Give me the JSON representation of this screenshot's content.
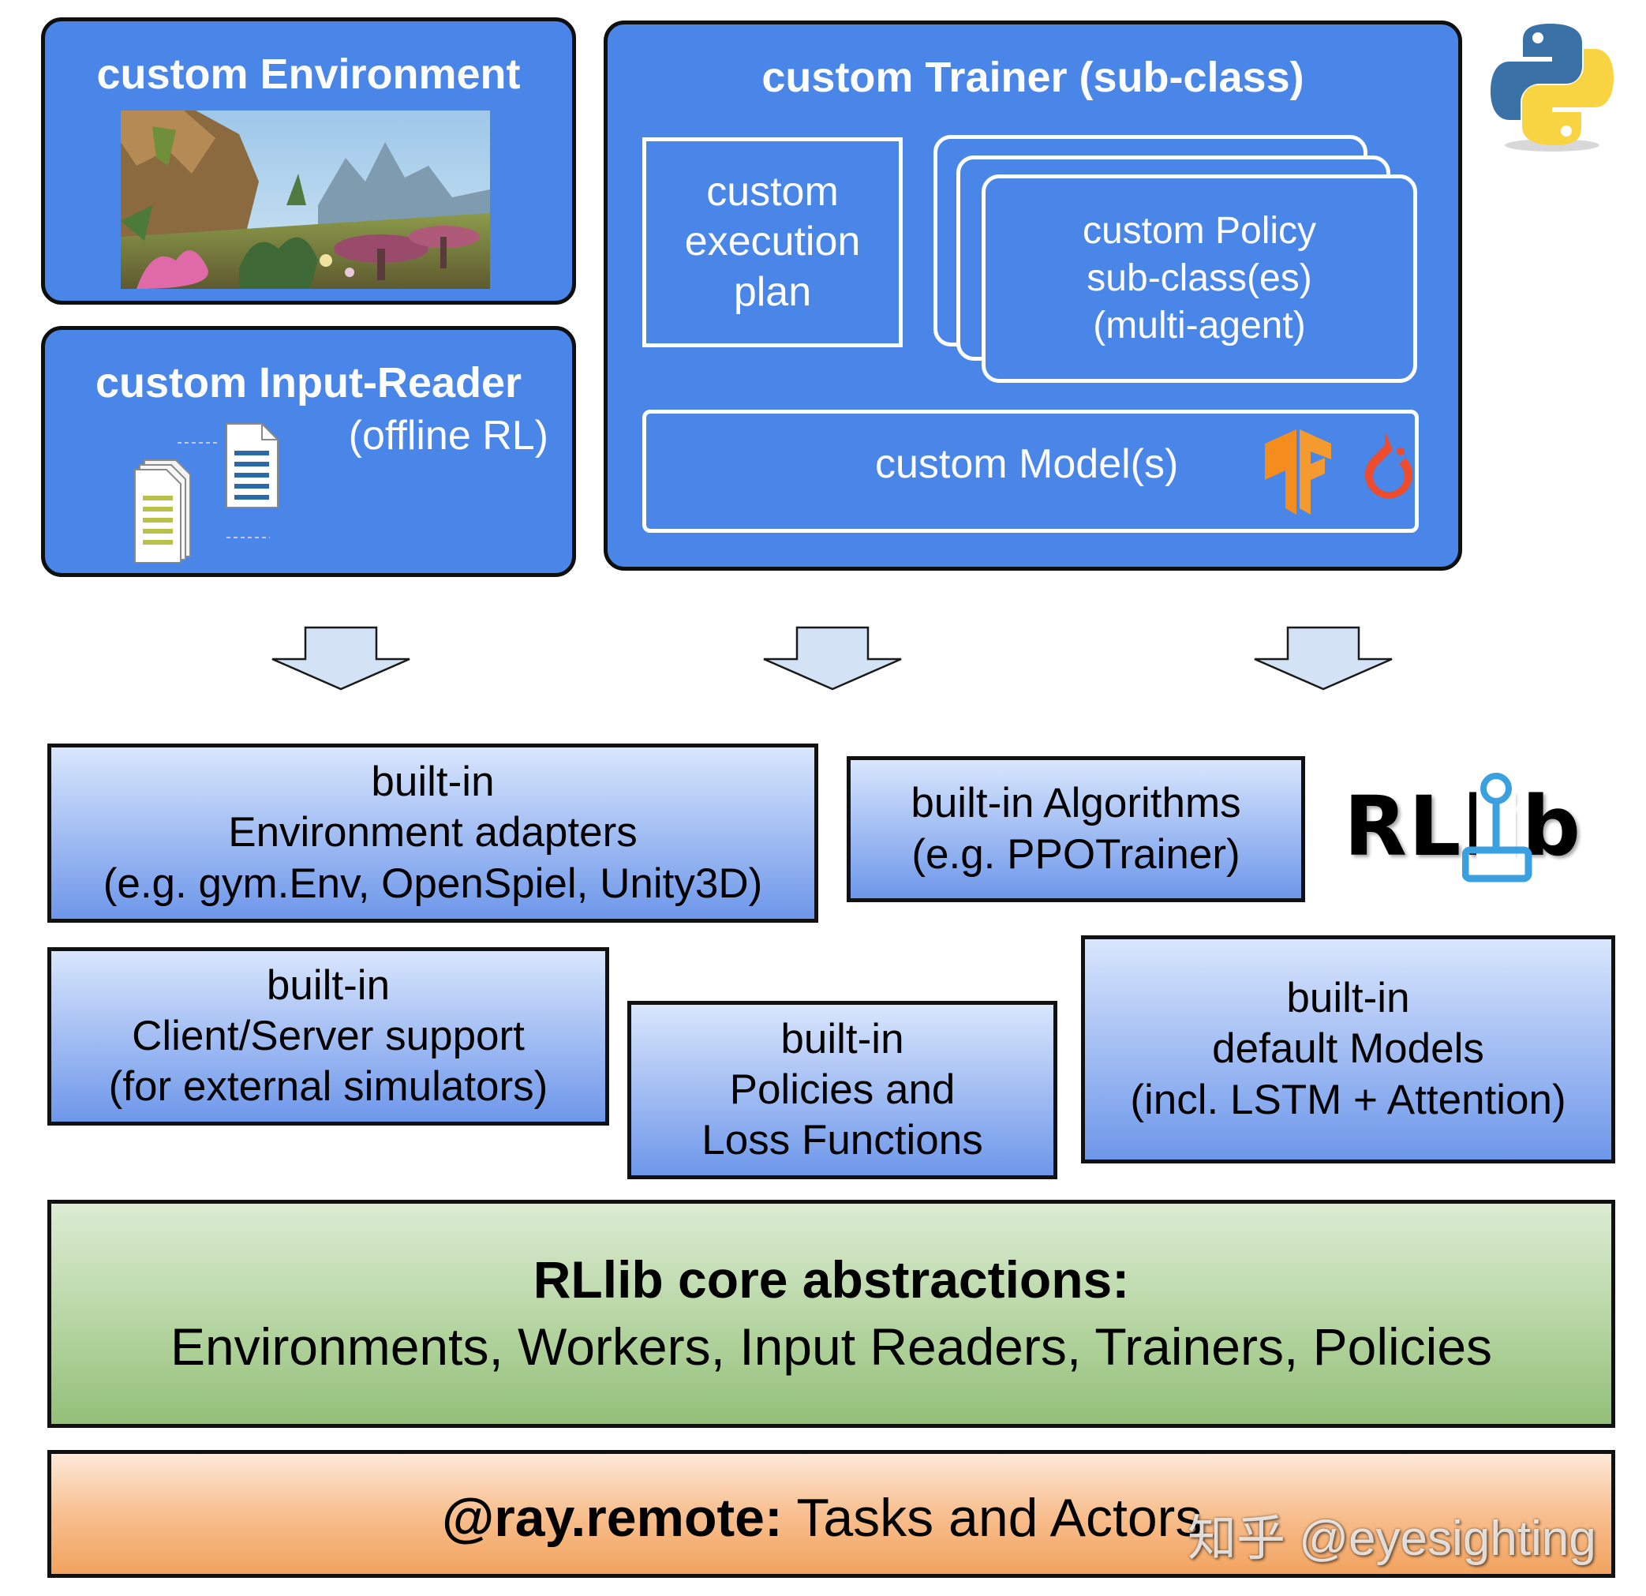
{
  "custom_environment": {
    "title": "custom Environment"
  },
  "input_reader": {
    "title": "custom Input-Reader",
    "subtitle": "(offline RL)"
  },
  "trainer": {
    "title": "custom Trainer (sub-class)",
    "execution_plan": [
      "custom",
      "execution",
      "plan"
    ],
    "policy": [
      "custom Policy",
      "sub-class(es)",
      "(multi-agent)"
    ],
    "model": "custom Model(s)"
  },
  "builtin": {
    "env_adapters": [
      "built-in",
      "Environment adapters",
      "(e.g. gym.Env, OpenSpiel, Unity3D)"
    ],
    "algorithms": [
      "built-in Algorithms",
      "(e.g. PPOTrainer)"
    ],
    "client_server": [
      "built-in",
      "Client/Server support",
      "(for external simulators)"
    ],
    "policies": [
      "built-in",
      "Policies and",
      "Loss Functions"
    ],
    "models": [
      "built-in",
      "default Models",
      "(incl. LSTM + Attention)"
    ]
  },
  "logo": {
    "rllib": "RLlib"
  },
  "core": {
    "title": "RLlib core abstractions:",
    "items": "Environments, Workers, Input Readers, Trainers, Policies"
  },
  "ray": {
    "bold": "@ray.remote:",
    "rest": "Tasks and Actors"
  },
  "watermark": "知乎 @eyesighting",
  "colors": {
    "custom_blue": "#4a86e8",
    "core_green": "#93c079",
    "ray_orange": "#f2a35e"
  }
}
